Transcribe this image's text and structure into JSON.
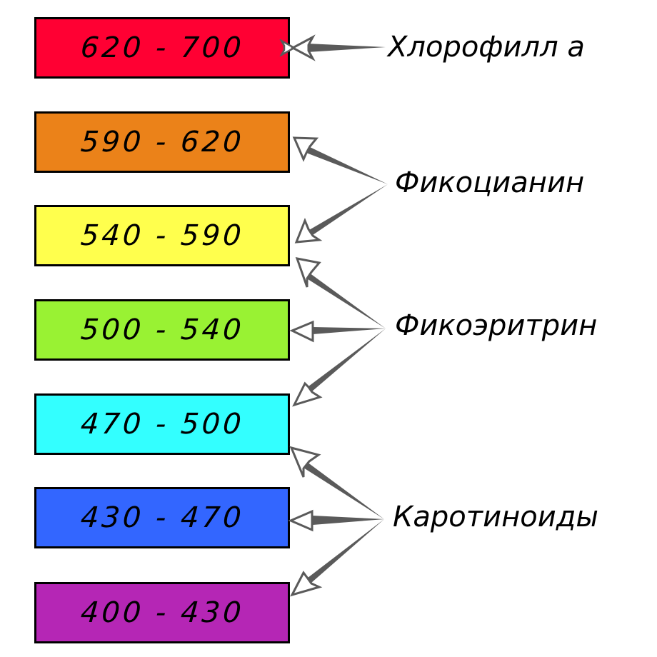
{
  "diagram": {
    "ranges": [
      {
        "label": "620 - 700",
        "color": "#FF0033"
      },
      {
        "label": "590 - 620",
        "color": "#EB8219"
      },
      {
        "label": "540 - 590",
        "color": "#FFFF4D"
      },
      {
        "label": "500 - 540",
        "color": "#99F233"
      },
      {
        "label": "470 - 500",
        "color": "#33FFFF"
      },
      {
        "label": "430 - 470",
        "color": "#3366FF"
      },
      {
        "label": "400 - 430",
        "color": "#B526B5"
      }
    ],
    "pigments": [
      {
        "label": "Хлорофилл а",
        "points_to": [
          "620 - 700"
        ]
      },
      {
        "label": "Фикоцианин",
        "points_to": [
          "590 - 620",
          "540 - 590"
        ]
      },
      {
        "label": "Фикоэритрин",
        "points_to": [
          "540 - 590",
          "500 - 540",
          "470 - 500"
        ]
      },
      {
        "label": "Каротиноиды",
        "points_to": [
          "470 - 500",
          "430 - 470",
          "400 - 430"
        ]
      }
    ],
    "arrow_color": "#5A5A5A",
    "border_color": "#000000"
  }
}
